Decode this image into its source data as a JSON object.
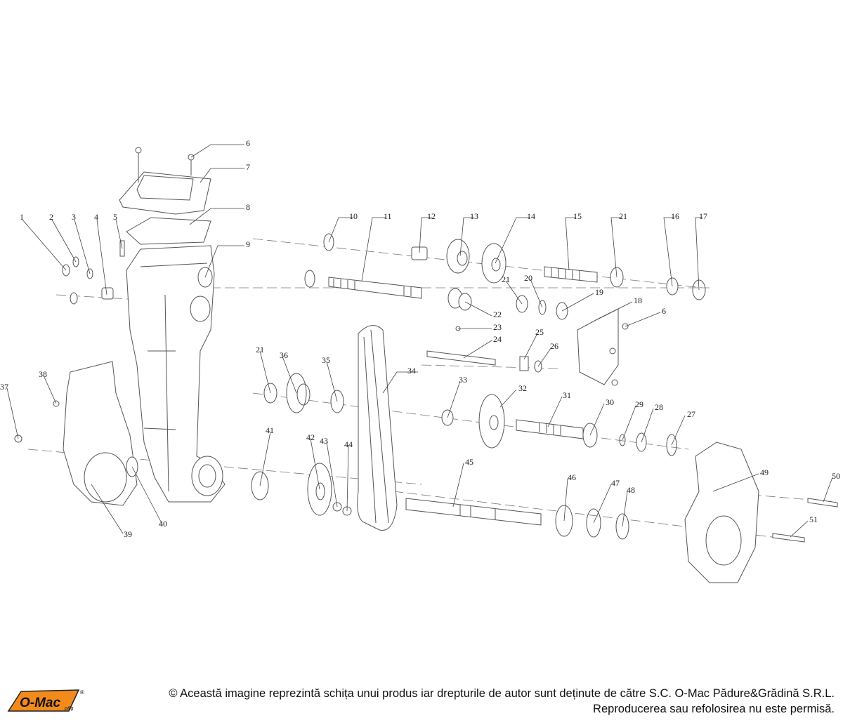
{
  "diagram": {
    "part_numbers": [
      "1",
      "2",
      "3",
      "4",
      "5",
      "6",
      "7",
      "8",
      "9",
      "10",
      "11",
      "12",
      "13",
      "14",
      "15",
      "21",
      "16",
      "17",
      "21",
      "20",
      "19",
      "18",
      "6",
      "22",
      "23",
      "24",
      "25",
      "26",
      "21",
      "36",
      "35",
      "34",
      "33",
      "32",
      "31",
      "30",
      "29",
      "28",
      "27",
      "37",
      "38",
      "39",
      "40",
      "41",
      "42",
      "43",
      "44",
      "45",
      "46",
      "47",
      "48",
      "49",
      "50",
      "51"
    ]
  },
  "footer": {
    "logo_text": "O-Mac",
    "logo_registered": "®",
    "logo_sub": "p&g",
    "copyright_line1": "© Această imagine reprezintă schița unui produs iar drepturile de autor sunt deținute de către S.C. O-Mac Pădure&Grădină S.R.L.",
    "copyright_line2": "Reproducerea sau refolosirea nu este permisă."
  }
}
